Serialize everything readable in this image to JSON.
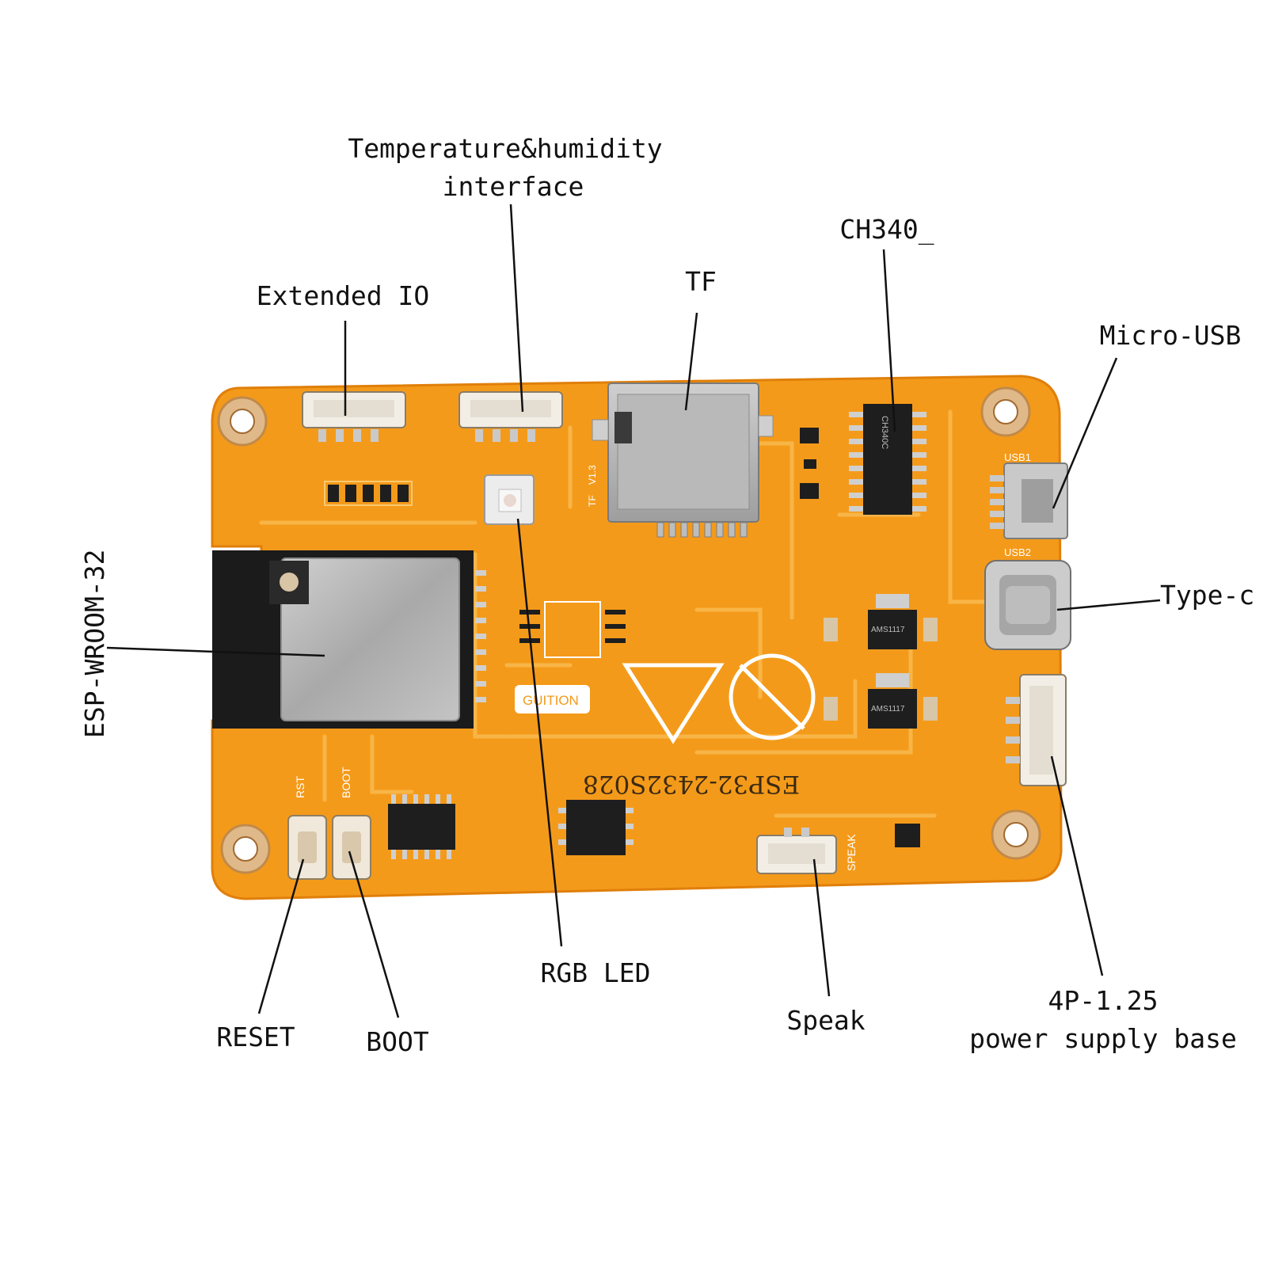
{
  "colors": {
    "board": "#F49A1A",
    "board_edge": "#E8860E",
    "trace": "#F7B13D",
    "pad": "#D9D9D9",
    "connector": "#F3EEE4",
    "chip": "#1E1E1E",
    "shield": "#B8B8B8",
    "leader": "#111111"
  },
  "board": {
    "silkscreen": {
      "model": "ESP32-2432S028",
      "brand": "GUITION",
      "rst": "RST",
      "boot": "BOOT",
      "speak": "SPEAK",
      "ch340": "CH340C",
      "ams": "AMS1117",
      "version": "V1.3",
      "tf": "TF",
      "usb1": "USB1",
      "usb2": "USB2"
    }
  },
  "labels": {
    "temp_line1": "Temperature&humidity",
    "temp_line2": "interface",
    "ch340": "CH340_",
    "extended_io": "Extended IO",
    "tf": "TF",
    "micro_usb": "Micro-USB",
    "esp": "ESP-WROOM-32",
    "type_c": "Type-c",
    "rgb_led": "RGB LED",
    "reset": "RESET",
    "boot": "BOOT",
    "speak": "Speak",
    "power_line1": "4P-1.25",
    "power_line2": "power supply base"
  }
}
